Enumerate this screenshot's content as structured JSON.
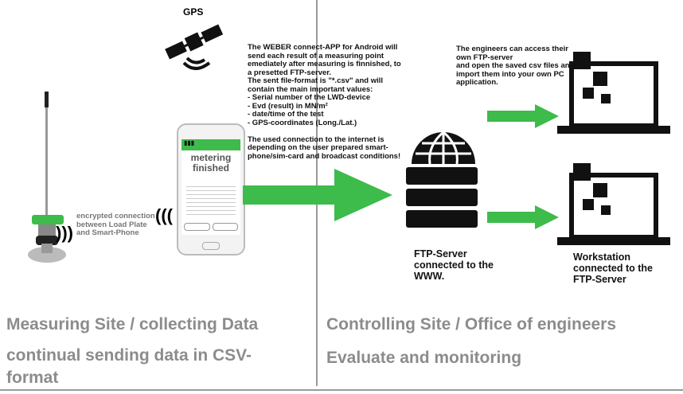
{
  "gps_label": "GPS",
  "app_text": "The WEBER connect-APP for Android will\nsend each result of a measuring point\nemediately after measuring is finnished, to\na presetted FTP-server.\nThe sent file-format is \"*.csv\" and will\ncontain the main important values:\n-  Serial number of the LWD-device\n- Evd (result) in MN/m²\n- date/time of the test\n- GPS-coordinates (Long./Lat.)\n\nThe used connection to the internet is\ndepending on the user prepared smart-\nphone/sim-card and broadcast conditions!",
  "engineers_text": "The engineers can access their\nown FTP-server\nand open the saved csv files and\nimport them into your own PC\napplication.",
  "encrypted_text": "encrypted connection\nbetween Load Plate\nand Smart-Phone",
  "phone": {
    "screen_title": "metering\nfinished"
  },
  "ftp_label": "FTP-Server\nconnected to the\nWWW.",
  "workstation_label": "Workstation\nconnected to the\nFTP-Server",
  "left_heading": "Measuring Site / collecting Data",
  "left_sub": "continual sending data in CSV-\nformat",
  "right_heading": "Controlling Site / Office of engineers",
  "right_sub": "Evaluate and monitoring",
  "colors": {
    "green": "#3dbb4b",
    "heading_gray": "#8c8c8c"
  }
}
